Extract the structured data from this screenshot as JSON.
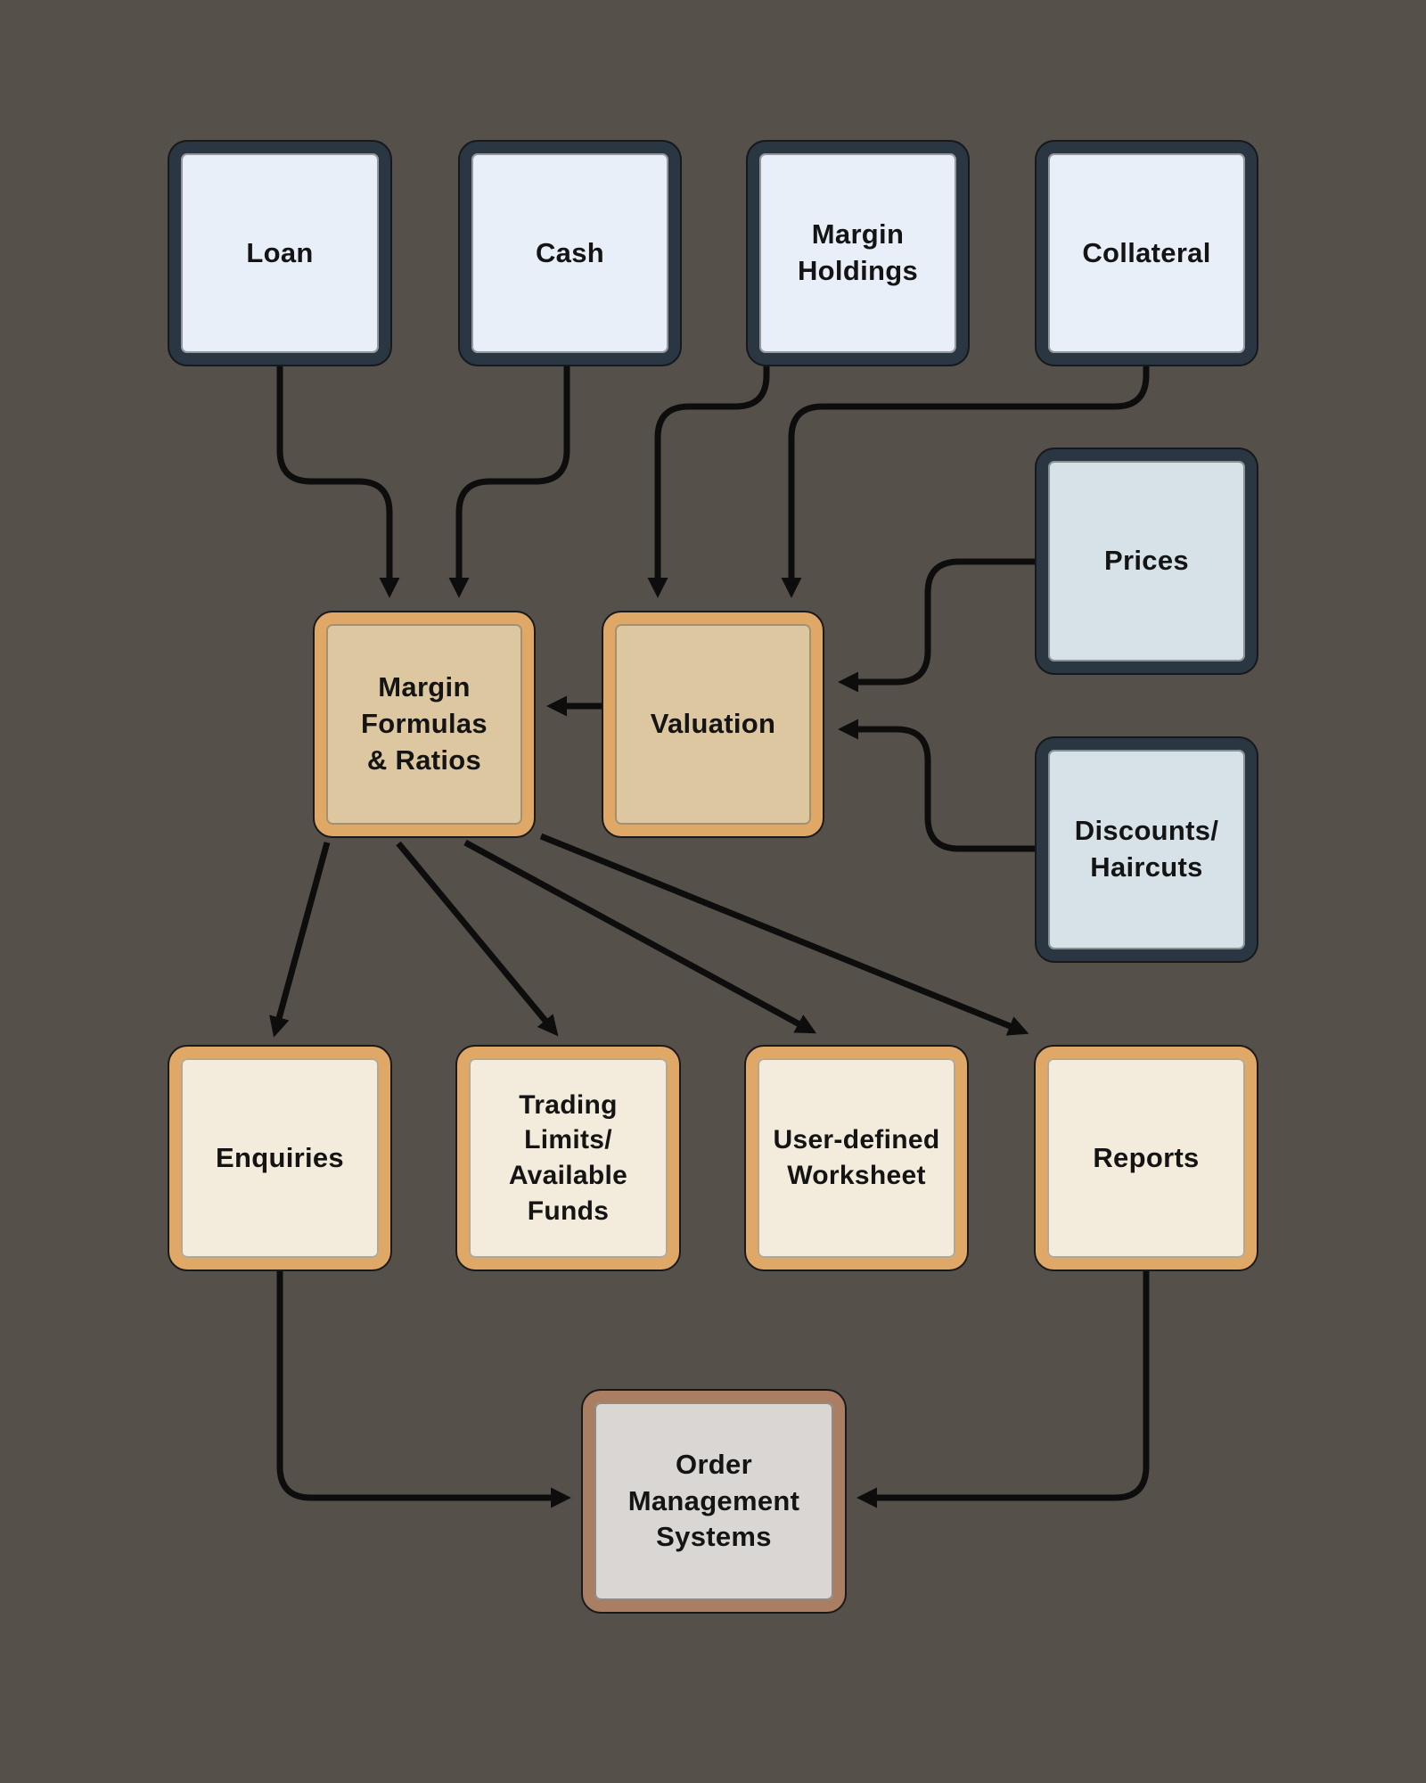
{
  "palette": {
    "background": "#56504A",
    "connector_line": "#0D0D0D",
    "text": "#141414",
    "dark_navy_border": "#2B3643",
    "source_box_fill": "#E9EFF9",
    "reference_box_fill": "#D6E2E8",
    "process_box_fill": "#DDC7A1",
    "process_box_border": "#E0A867",
    "output_box_fill": "#F3EBDB",
    "oms_box_fill": "#D9D6D3",
    "oms_box_border": "#A97E62"
  },
  "nodes": {
    "loan": {
      "label": "Loan"
    },
    "cash": {
      "label": "Cash"
    },
    "margin_holdings": {
      "label": "Margin\nHoldings"
    },
    "collateral": {
      "label": "Collateral"
    },
    "prices": {
      "label": "Prices"
    },
    "discounts": {
      "label": "Discounts/\nHaircuts"
    },
    "margin_formulas": {
      "label": "Margin\nFormulas\n& Ratios"
    },
    "valuation": {
      "label": "Valuation"
    },
    "enquiries": {
      "label": "Enquiries"
    },
    "trading_limits": {
      "label": "Trading\nLimits/\nAvailable\nFunds"
    },
    "user_worksheet": {
      "label": "User-defined\nWorksheet"
    },
    "reports": {
      "label": "Reports"
    },
    "oms": {
      "label": "Order\nManagement\nSystems"
    }
  },
  "edges": [
    {
      "from": "Loan",
      "to": "Margin Formulas & Ratios"
    },
    {
      "from": "Cash",
      "to": "Margin Formulas & Ratios"
    },
    {
      "from": "Margin Holdings",
      "to": "Valuation"
    },
    {
      "from": "Collateral",
      "to": "Valuation"
    },
    {
      "from": "Prices",
      "to": "Valuation"
    },
    {
      "from": "Discounts/Haircuts",
      "to": "Valuation"
    },
    {
      "from": "Valuation",
      "to": "Margin Formulas & Ratios"
    },
    {
      "from": "Margin Formulas & Ratios",
      "to": "Enquiries"
    },
    {
      "from": "Margin Formulas & Ratios",
      "to": "Trading Limits/Available Funds"
    },
    {
      "from": "Margin Formulas & Ratios",
      "to": "User-defined Worksheet"
    },
    {
      "from": "Margin Formulas & Ratios",
      "to": "Reports"
    },
    {
      "from": "Enquiries",
      "to": "Order Management Systems"
    },
    {
      "from": "Reports",
      "to": "Order Management Systems"
    }
  ]
}
